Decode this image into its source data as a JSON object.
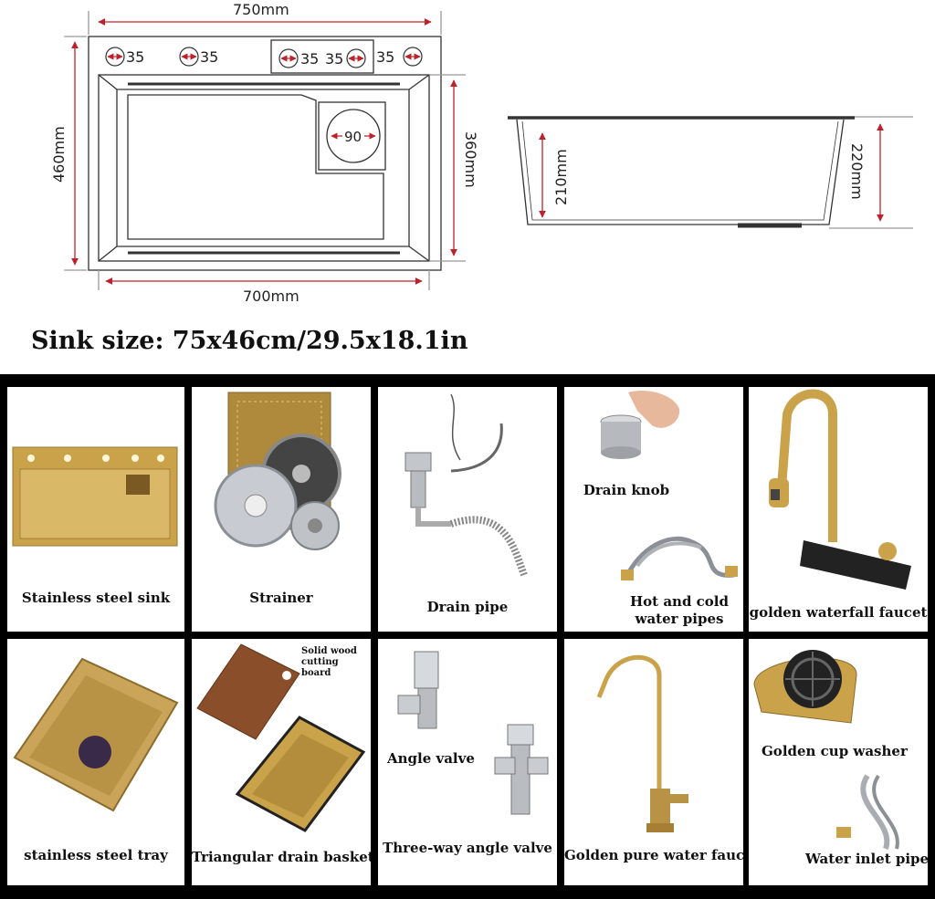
{
  "dimensions": {
    "top_width": "750mm",
    "bottom_width": "700mm",
    "left_height": "460mm",
    "inner_height": "360mm",
    "hole_labels": [
      "35",
      "35",
      "35",
      "35",
      "35"
    ],
    "cup_washer": "90",
    "side_depth_inner": "210mm",
    "side_depth_outer": "220mm"
  },
  "sink_size": "Sink size: 75x46cm/29.5x18.1in",
  "items": [
    {
      "label": "Stainless steel sink"
    },
    {
      "label": "Strainer"
    },
    {
      "label": "Drain pipe"
    },
    {
      "label": "Drain knob",
      "label2": "Hot and cold water pipes"
    },
    {
      "label": "golden waterfall faucet"
    },
    {
      "label": "stainless steel tray"
    },
    {
      "label": "Triangular drain basket",
      "label2": "Solid wood cutting board"
    },
    {
      "label": "Angle valve",
      "label2": "Three-way angle valve"
    },
    {
      "label": "Golden pure water faucet"
    },
    {
      "label": "Golden cup washer",
      "label2": "Water inlet pipe"
    }
  ],
  "colors": {
    "dimension_line": "#c0202a",
    "gold": "#c9a24a",
    "steel": "#a9adb3",
    "wood": "#8a4f2a"
  }
}
